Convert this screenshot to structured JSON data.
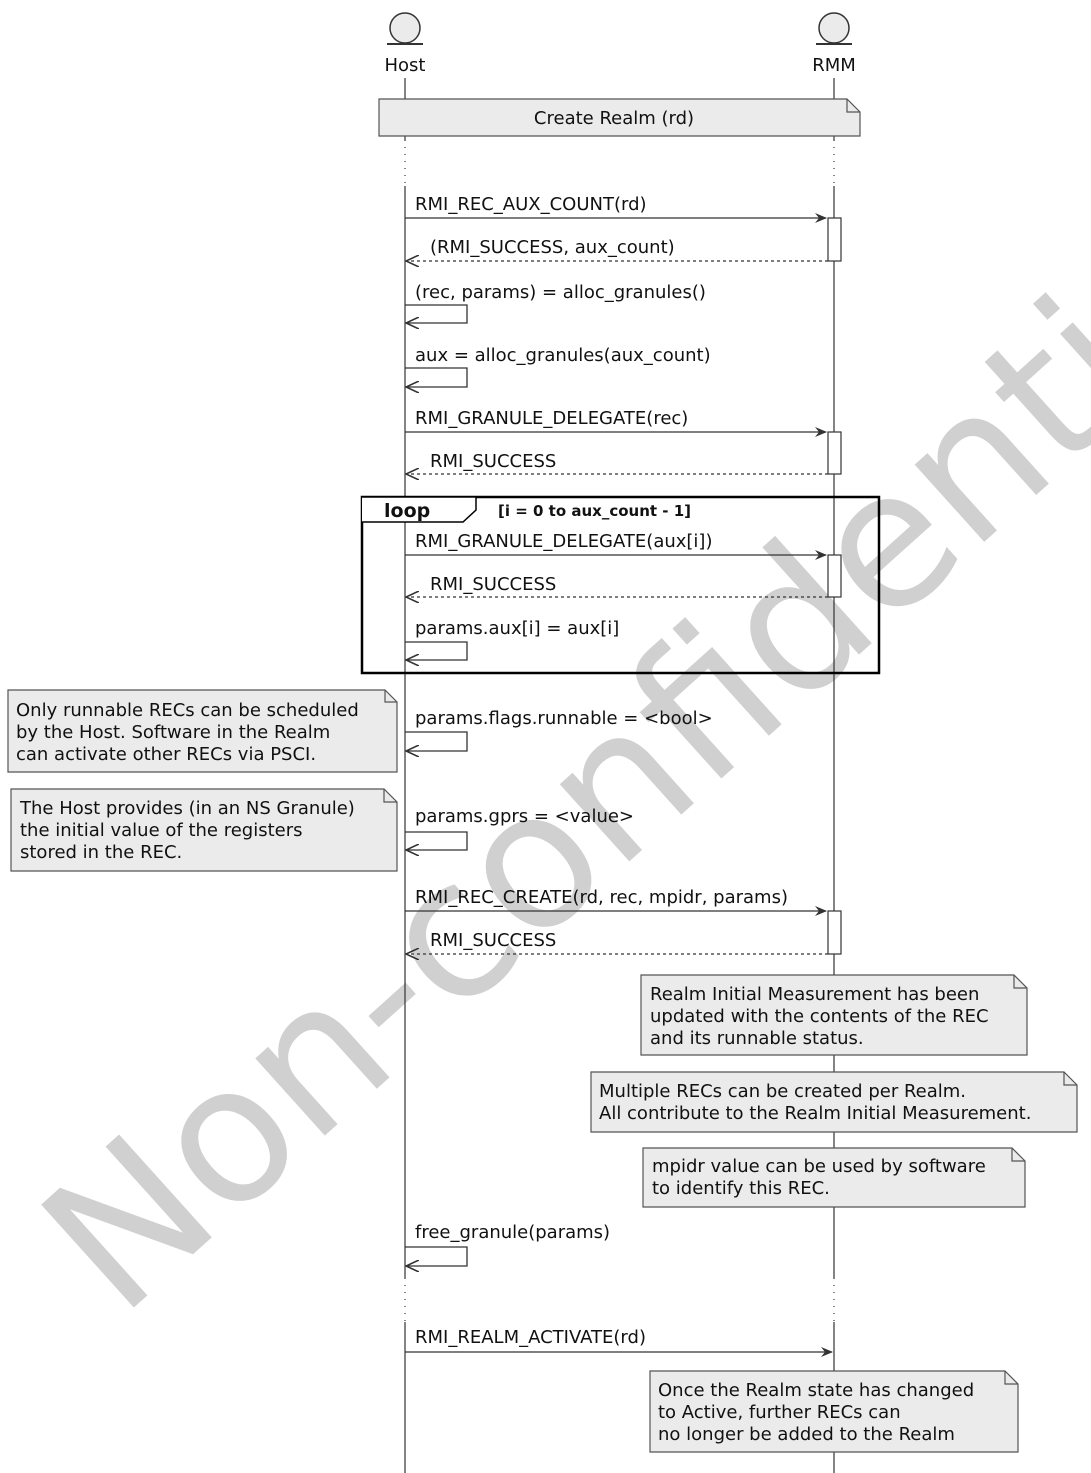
{
  "participants": {
    "host": "Host",
    "rmm": "RMM"
  },
  "section_title": "Create Realm (rd)",
  "messages": {
    "rec_aux_count": "RMI_REC_AUX_COUNT(rd)",
    "rec_aux_count_ret": "(RMI_SUCCESS, aux_count)",
    "alloc_rec_params": "(rec, params) = alloc_granules()",
    "alloc_aux": "aux = alloc_granules(aux_count)",
    "delegate_rec": "RMI_GRANULE_DELEGATE(rec)",
    "delegate_rec_ret": "RMI_SUCCESS",
    "delegate_aux": "RMI_GRANULE_DELEGATE(aux[i])",
    "delegate_aux_ret": "RMI_SUCCESS",
    "params_aux": "params.aux[i] = aux[i]",
    "params_runnable": "params.flags.runnable = <bool>",
    "params_gprs": "params.gprs = <value>",
    "rec_create": "RMI_REC_CREATE(rd, rec, mpidr, params)",
    "rec_create_ret": "RMI_SUCCESS",
    "free_granule": "free_granule(params)",
    "realm_activate": "RMI_REALM_ACTIVATE(rd)"
  },
  "loop": {
    "keyword": "loop",
    "condition": "[i = 0 to aux_count - 1]"
  },
  "notes": {
    "runnable": [
      "Only runnable RECs can be scheduled",
      "by the Host. Software in the Realm",
      "can activate other RECs via PSCI."
    ],
    "gprs": [
      "The Host provides (in an NS Granule)",
      "the initial value of the registers",
      "stored in the REC."
    ],
    "measurement": [
      "Realm Initial Measurement has been",
      "updated with the contents of the REC",
      "and its runnable status."
    ],
    "multiple": [
      "Multiple RECs can be created per Realm.",
      "All contribute to the Realm Initial Measurement."
    ],
    "mpidr": [
      "mpidr value can be used by software",
      "to identify this REC."
    ],
    "active": [
      "Once the Realm state has changed",
      "to Active, further RECs can",
      "no longer be added to the Realm"
    ]
  },
  "watermark": "Non-confidential beta"
}
